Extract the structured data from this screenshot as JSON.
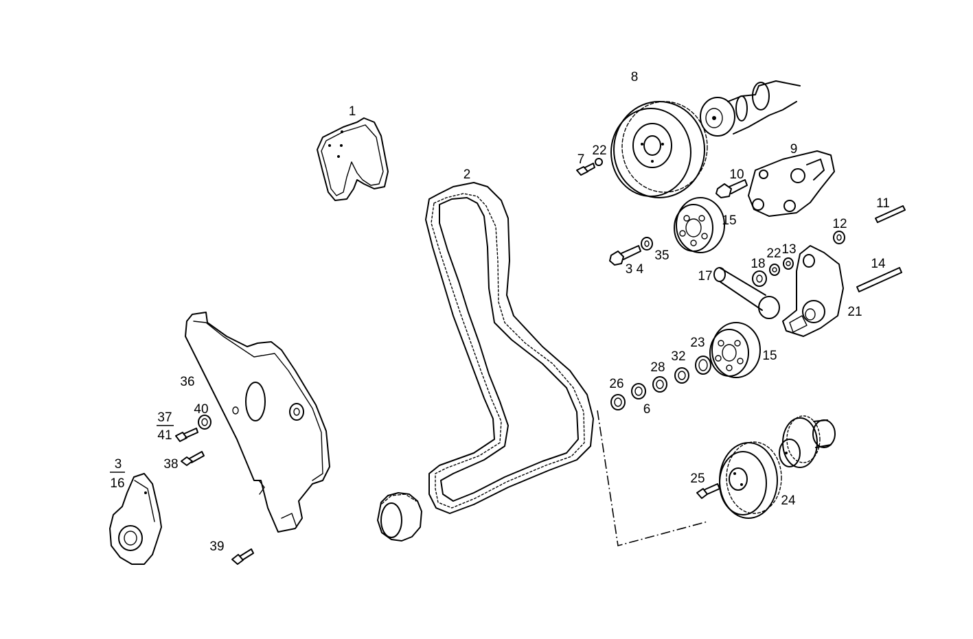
{
  "labels": {
    "l1": "1",
    "l2": "2",
    "l3": "3",
    "l16": "16",
    "l6": "6",
    "l7": "7",
    "l8": "8",
    "l9": "9",
    "l10": "10",
    "l11": "11",
    "l12": "12",
    "l13": "13",
    "l14": "14",
    "l15a": "15",
    "l15b": "15",
    "l17": "17",
    "l18": "18",
    "l21": "21",
    "l22a": "22",
    "l22b": "22",
    "l23": "23",
    "l24": "24",
    "l25": "25",
    "l26": "26",
    "l28": "28",
    "l32": "32",
    "l34": "3 4",
    "l35": "35",
    "l36": "36",
    "l37": "37",
    "l41": "41",
    "l38": "38",
    "l39": "39",
    "l40": "40"
  }
}
